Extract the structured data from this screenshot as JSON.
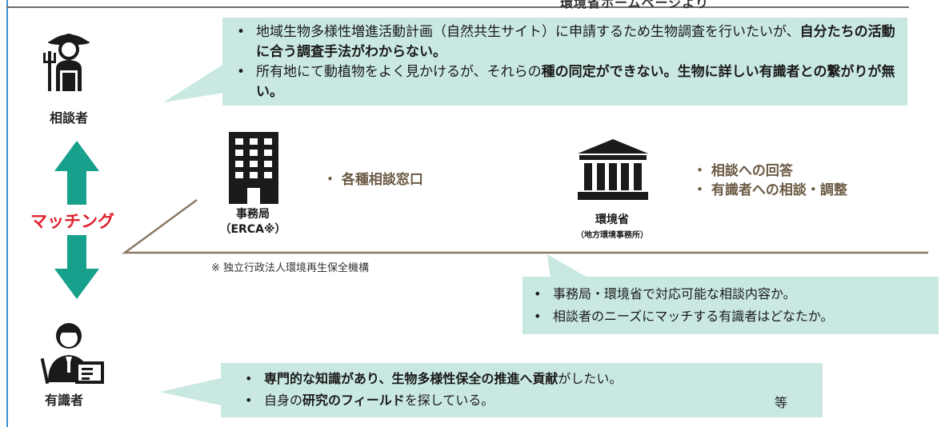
{
  "header": {
    "partial_title": "環境省ホームページより"
  },
  "roles": {
    "consultant_label": "相談者",
    "expert_label": "有識者",
    "matching_label": "マッチング"
  },
  "consultant_bubble": {
    "items": [
      {
        "bullet": "•",
        "parts": [
          {
            "text": "地域生物多様性増進活動計画（自然共生サイト）に申請するため生物調査を行いたいが、",
            "bold": false
          },
          {
            "text": "自分たちの活動に合う調査手法がわからない。",
            "bold": true
          }
        ]
      },
      {
        "bullet": "•",
        "parts": [
          {
            "text": "所有地にて動植物をよく見かけるが、それらの",
            "bold": false
          },
          {
            "text": "種の同定ができない。生物に詳しい有識者との繋がりが無い。",
            "bold": true
          }
        ]
      }
    ]
  },
  "secretariat": {
    "label": "事務局",
    "sublabel": "（ERCA※）",
    "items": [
      "各種相談窓口"
    ]
  },
  "ministry": {
    "label": "環境省",
    "sublabel": "（地方環境事務所）",
    "items": [
      "相談への回答",
      "有識者への相談・調整"
    ]
  },
  "footnote": "※ 独立行政法人環境再生保全機構",
  "matching_bubble": {
    "items": [
      {
        "bullet": "•",
        "text": "事務局・環境省で対応可能な相談内容か。"
      },
      {
        "bullet": "•",
        "text": "相談者のニーズにマッチする有識者はどなたか。"
      }
    ]
  },
  "expert_bubble": {
    "items": [
      {
        "bullet": "•",
        "parts": [
          {
            "text": "専門的な知識があり、生物多様性保全の推進へ貢献",
            "bold": true
          },
          {
            "text": "がしたい。",
            "bold": false
          }
        ]
      },
      {
        "bullet": "•",
        "parts": [
          {
            "text": "自身の",
            "bold": false
          },
          {
            "text": "研究のフィールド",
            "bold": true
          },
          {
            "text": "を探している。",
            "bold": false
          }
        ]
      }
    ],
    "etc": "等"
  },
  "colors": {
    "bubble_bg": "#c9e8e2",
    "arrow_green": "#17a08c",
    "matching_red": "#e0242e",
    "brown_text": "#6b5a44",
    "divider": "#8a7a66",
    "frame_blue": "#3a8fd0"
  },
  "icons": {
    "farmer": "farmer-icon",
    "expert": "teacher-icon",
    "building": "office-building-icon",
    "ministry": "government-building-icon"
  }
}
